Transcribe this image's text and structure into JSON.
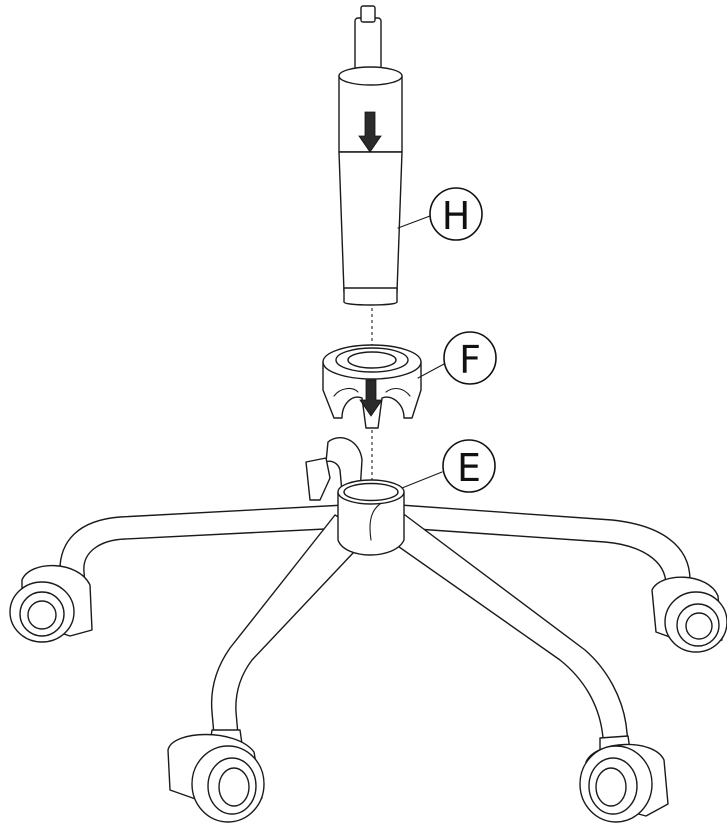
{
  "callouts": {
    "H": "H",
    "F": "F",
    "E": "E"
  },
  "parts": {
    "H": "gas-lift-cylinder",
    "F": "cylinder-cover",
    "E": "five-star-base"
  },
  "colors": {
    "line": "#1a1a1a",
    "arrow": "#2b2b2b",
    "background": "#ffffff"
  }
}
